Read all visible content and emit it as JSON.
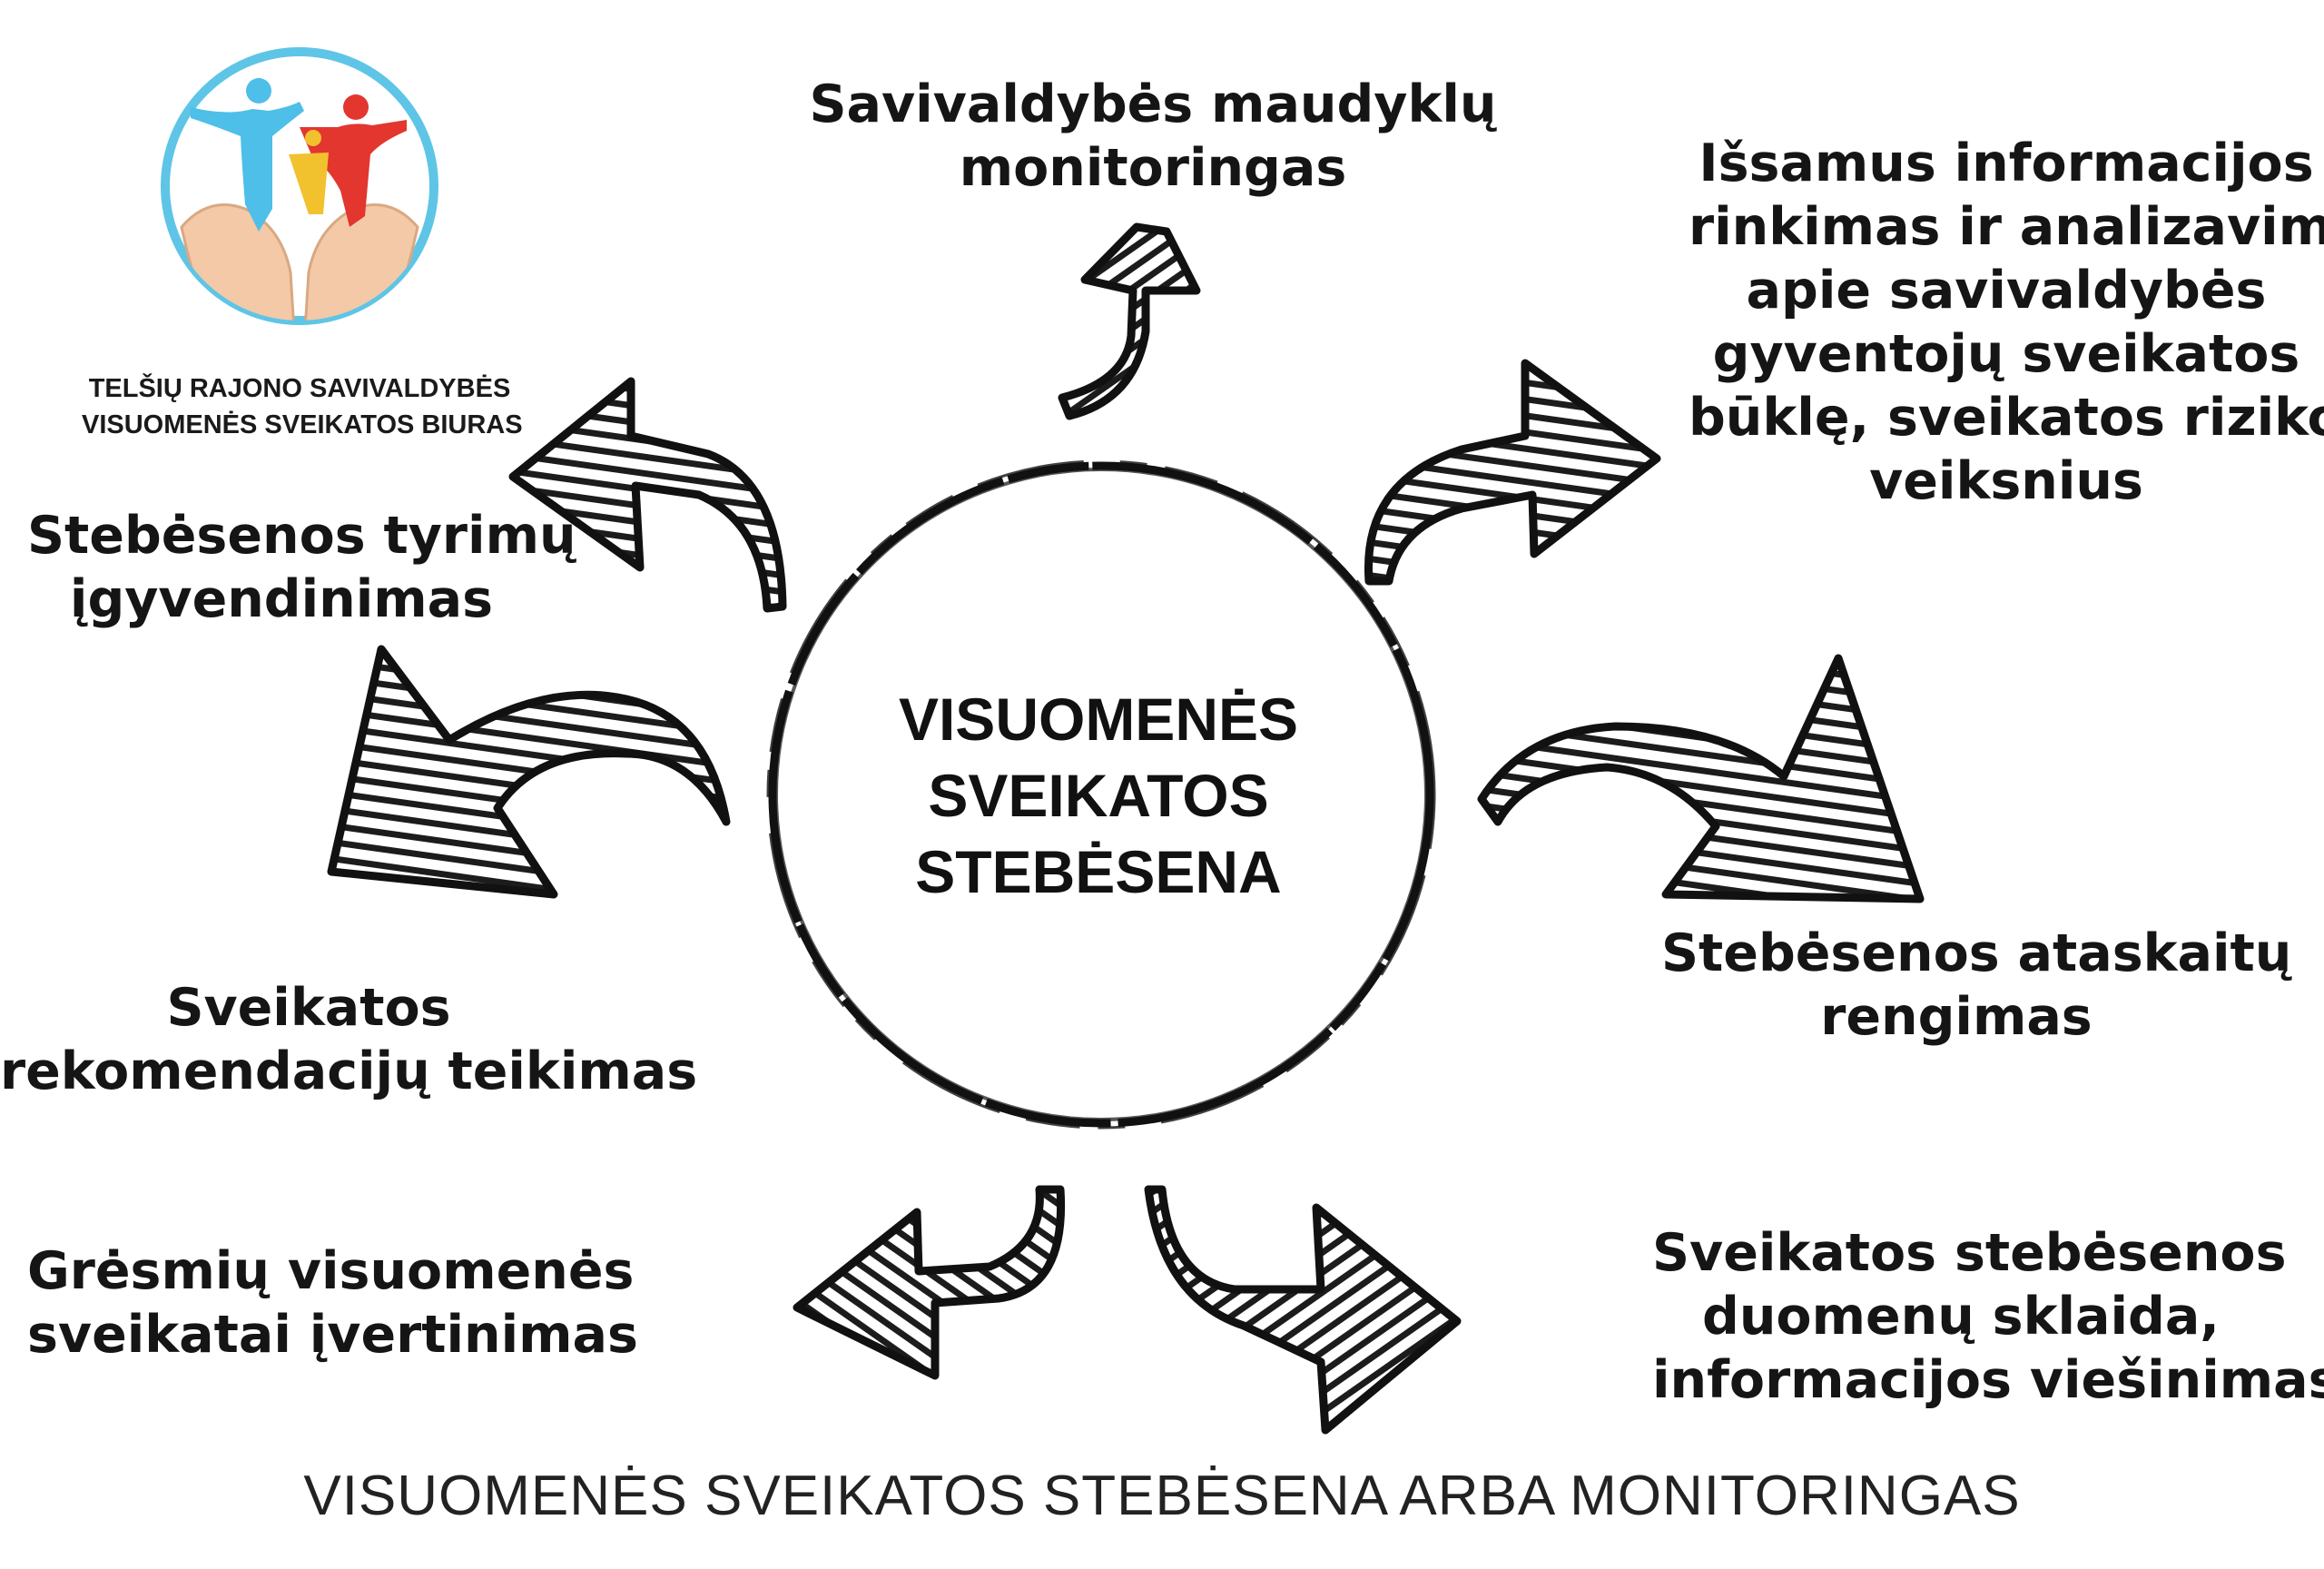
{
  "center": {
    "line1": "VISUOMENĖS",
    "line2": "SVEIKATOS",
    "line3": "STEBĖSENA"
  },
  "logo": {
    "line1": "TELŠIŲ RAJONO SAVIVALDYBĖS",
    "line2": "VISUOMENĖS SVEIKATOS BIURAS",
    "colors": {
      "ring": "#5ec5e6",
      "figure_left": "#4dbfe8",
      "figure_right": "#e2362f",
      "figure_small": "#f2c12e",
      "hands": "#f3c9a8"
    }
  },
  "labels": {
    "top": "Savivaldybės maudyklų\nmonitoringas",
    "top_right": "Išsamus informacijos\nrinkimas ir analizavimas\napie savivaldybės\ngyventojų sveikatos\nbūklę, sveikatos rizikos\nveiksnius",
    "right": "Stebėsenos ataskaitų\nrengimas",
    "bottom_right": "Sveikatos stebėsenos\nduomenų sklaida,\ninformacijos viešinimas",
    "bottom_left": "Grėsmių visuomenės\nsveikatai įvertinimas",
    "left": "Sveikatos\nrekomendacijų teikimas",
    "top_left": "Stebėsenos tyrimų\nįgyvendinimas"
  },
  "caption": "VISUOMENĖS SVEIKATOS STEBĖSENA ARBA MONITORINGAS"
}
